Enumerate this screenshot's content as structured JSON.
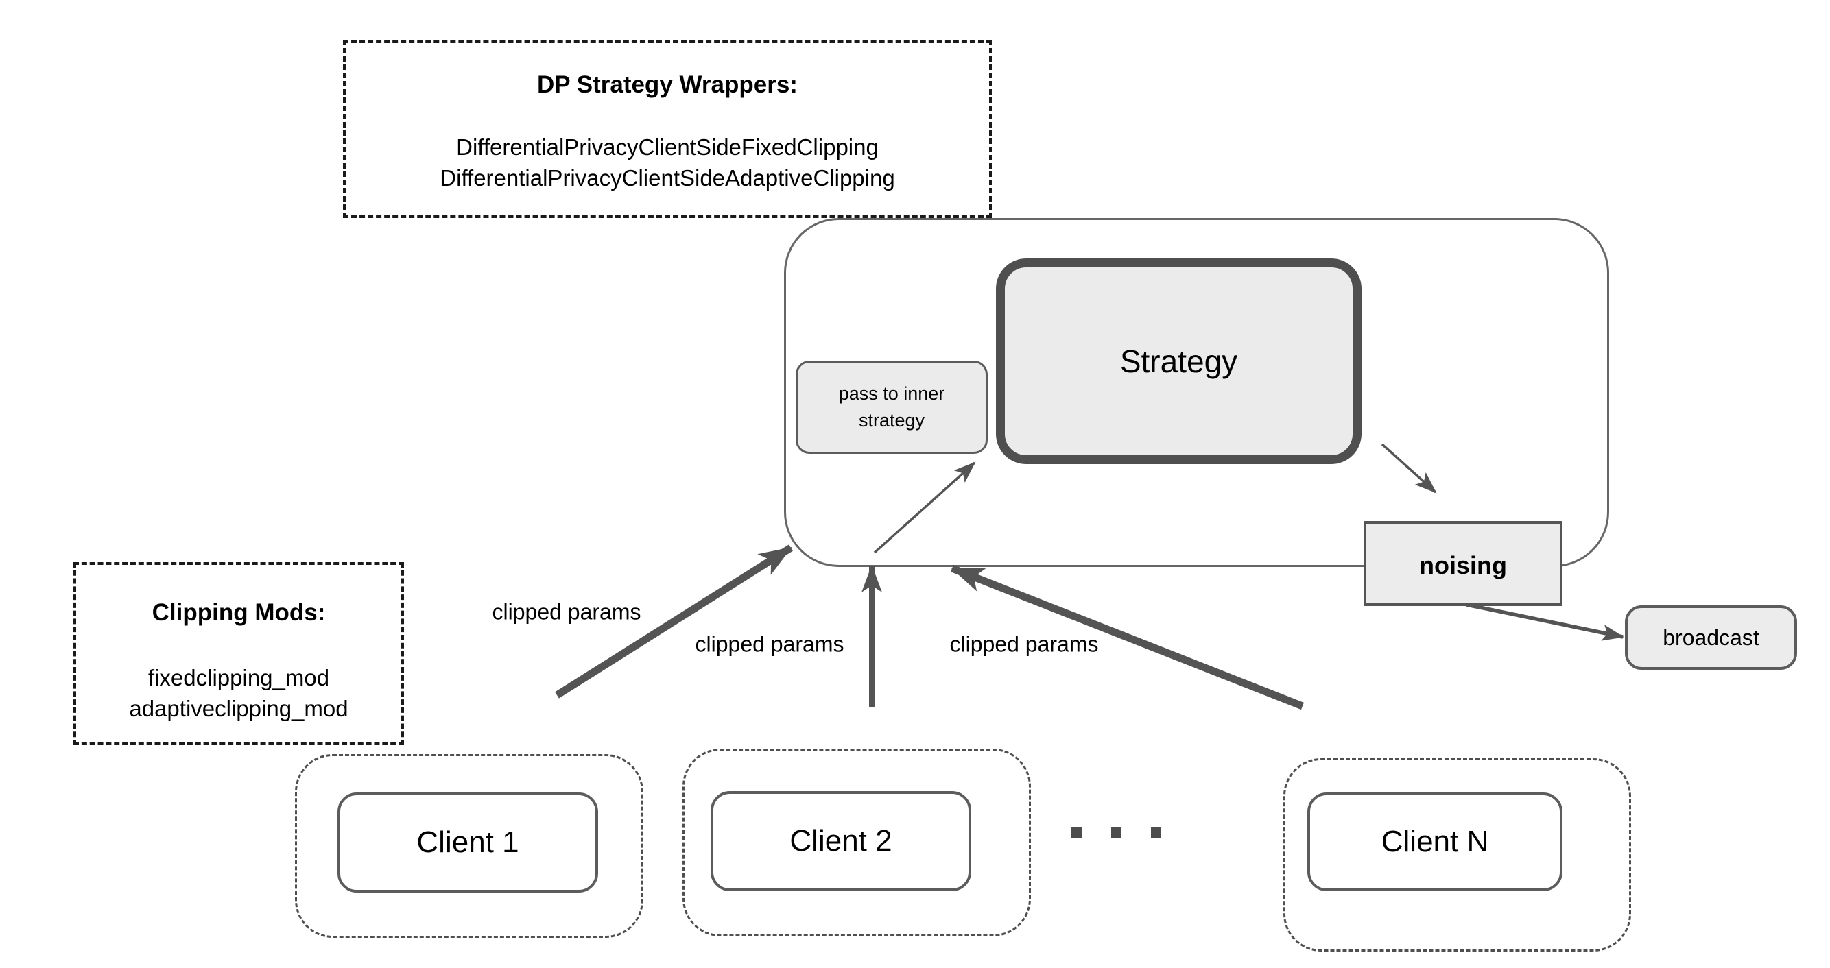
{
  "dp_wrappers": {
    "title": "DP Strategy Wrappers:",
    "items": [
      "DifferentialPrivacyClientSideFixedClipping",
      "DifferentialPrivacyClientSideAdaptiveClipping"
    ]
  },
  "clipping_mods": {
    "title": "Clipping Mods:",
    "items": [
      "fixedclipping_mod",
      "adaptiveclipping_mod"
    ]
  },
  "server": {
    "strategy_label": "Strategy",
    "pass_label": "pass to inner strategy",
    "noising_label": "noising",
    "broadcast_label": "broadcast"
  },
  "clients": [
    {
      "label": "Client 1"
    },
    {
      "label": "Client 2"
    },
    {
      "label": "Client N"
    }
  ],
  "ellipsis": "...",
  "arrow_labels": [
    {
      "text": "clipped params"
    },
    {
      "text": "clipped params"
    },
    {
      "text": "clipped params"
    }
  ],
  "colors": {
    "background": "#ffffff",
    "box_fill": "#ebebeb",
    "box_border": "#5c5c5c",
    "strategy_border": "#4f4f4f",
    "wrapper_border": "#666666",
    "dashed_note_border": "#1a1a1a",
    "client_dash_border": "#4f4f4f",
    "arrow": "#545454",
    "text": "#000000"
  }
}
